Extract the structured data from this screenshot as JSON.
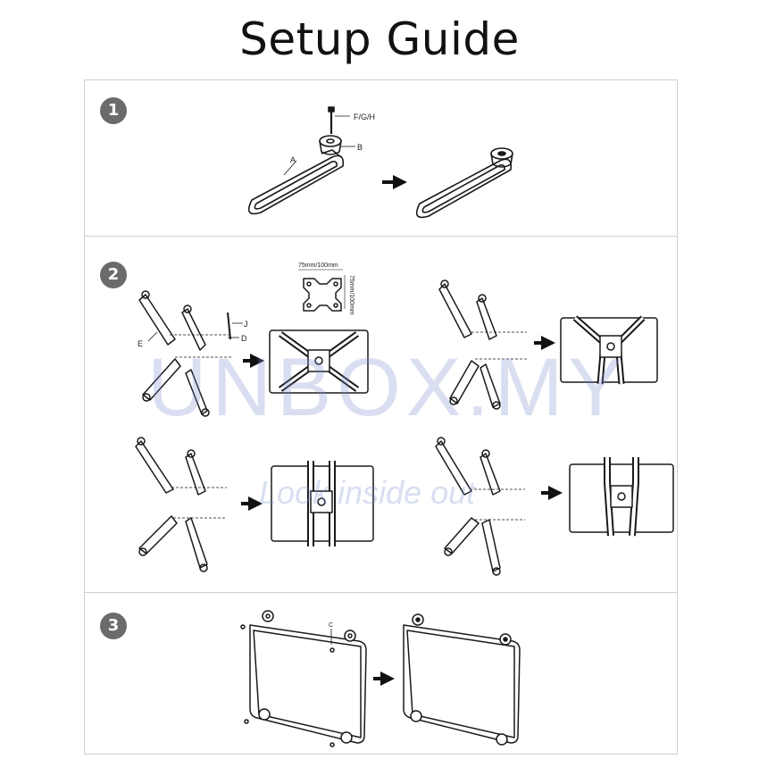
{
  "header": {
    "title": "Setup Guide"
  },
  "steps": [
    {
      "number": "1",
      "labels": {
        "bolt": "F/G/H",
        "knob": "B",
        "arm": "A"
      }
    },
    {
      "number": "2",
      "labels": {
        "spacer": "E",
        "screw_j": "J",
        "washer_d": "D",
        "vesa_h": "75mm/100mm",
        "vesa_v": "75mm/100mm"
      }
    },
    {
      "number": "3",
      "labels": {
        "cap": "C"
      }
    }
  ],
  "watermark": {
    "brand": "UNBOX.MY",
    "tagline": "Look inside out"
  },
  "colors": {
    "ink": "#1a1a1a",
    "frame": "#cfcfcf",
    "badge": "#6b6b6b",
    "watermark": "#7887cd"
  }
}
